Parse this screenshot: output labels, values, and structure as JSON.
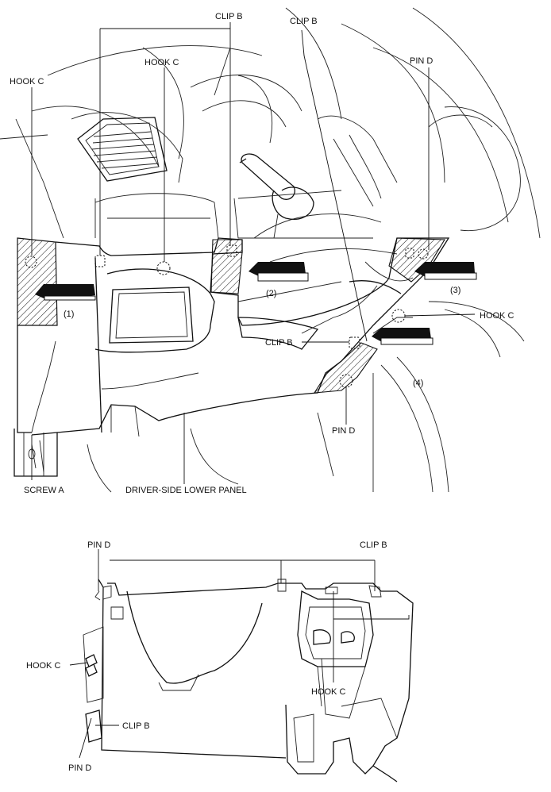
{
  "labels": {
    "clip_b": "CLIP B",
    "hook_c": "HOOK C",
    "pin_d": "PIN D",
    "screw_a": "SCREW A",
    "driver_side_lower_panel": "DRIVER-SIDE LOWER PANEL",
    "step_1": "(1)",
    "step_2": "(2)",
    "step_3": "(3)",
    "step_4": "(4)"
  },
  "colors": {
    "line": "#111111",
    "arrow_fill": "#111111",
    "background": "#ffffff"
  }
}
